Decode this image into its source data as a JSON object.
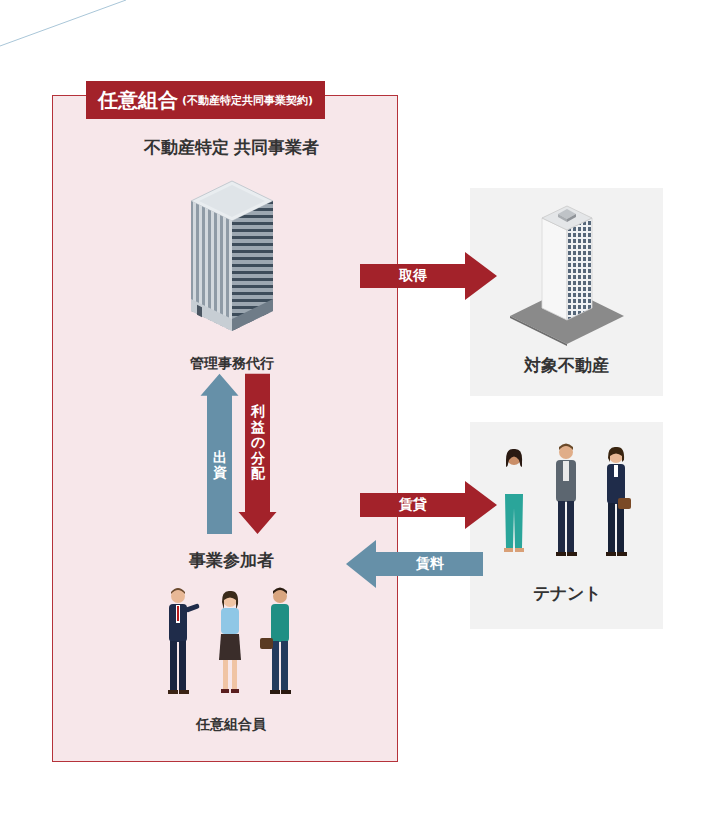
{
  "diagram": {
    "nodes": [
      {
        "text": [
          "任意組合",
          "(不動産特定共同事業契約)"
        ]
      },
      {
        "text": [
          "不動産特定 共同事業者",
          "管理事務代行"
        ],
        "in": 0
      },
      {
        "text": [
          "事業参加者",
          "任意組合員"
        ],
        "in": 0
      },
      {
        "text": [
          "対象不動産"
        ]
      },
      {
        "text": [
          "テナント"
        ]
      }
    ],
    "edges": [
      {
        "from": 2,
        "to": 1,
        "label": "出資",
        "arrow": "to"
      },
      {
        "from": 1,
        "to": 2,
        "label": "利益の分配",
        "arrow": "to"
      },
      {
        "from": 0,
        "to": 3,
        "label": "取得",
        "arrow": "to"
      },
      {
        "from": 0,
        "to": 4,
        "label": "賃貸",
        "arrow": "to"
      },
      {
        "from": 4,
        "to": 2,
        "label": "賃料",
        "arrow": "to"
      }
    ]
  }
}
